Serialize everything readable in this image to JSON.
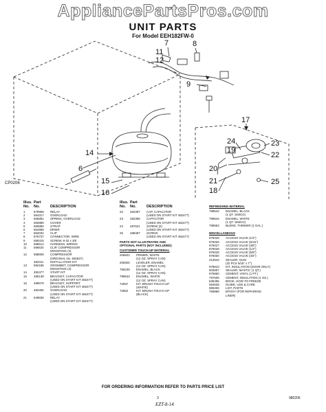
{
  "watermark": "AppliancePartsPros.com",
  "title": "UNIT PARTS",
  "subtitle": "For Model EEH182FW-0",
  "callouts": [
    "7",
    "8",
    "9",
    "11",
    "12",
    "14",
    "6",
    "15",
    "16",
    "17",
    "24",
    "23",
    "22",
    "19",
    "20",
    "21",
    "18",
    "25"
  ],
  "diagram_code": "CP0206",
  "col1": {
    "headers": [
      "Illus.",
      "Part",
      "No.",
      "No.",
      "DESCRIPTION"
    ],
    "rows": [
      [
        "1",
        "579958",
        "RELAY"
      ],
      [
        "2",
        "594317",
        "OVERLOAD"
      ],
      [
        "3",
        "566891",
        "SPRING, OVERLOAD"
      ],
      [
        "4",
        "560889",
        "COVER"
      ],
      [
        "5",
        "560890",
        "STRAP"
      ],
      [
        "6",
        "554958",
        "DRIER"
      ],
      [
        "7",
        "553032",
        "CLIP"
      ],
      [
        "8",
        "576737",
        "CONNECTOR, WIRE"
      ],
      [
        "9",
        "595315",
        "SCREW, 8-32 x 3/8"
      ],
      [
        "10",
        "588612",
        "HARNESS, WIRING"
      ],
      [
        "11",
        "596534",
        "CLIP, COMPRESSOR"
      ],
      [
        "",
        "",
        "MOUNTING (4)"
      ],
      [
        "12",
        "588608",
        "COMPRESSOR"
      ],
      [
        "",
        "",
        "(ORIGINAL No. 592827)"
      ],
      [
        "",
        "482311",
        "INSTALLATION KIT"
      ],
      [
        "13",
        "592185",
        "GROMMET, COMPRESSOR"
      ],
      [
        "",
        "",
        "MOUNTING (4)"
      ],
      [
        "14",
        "482477",
        "START KIT"
      ],
      [
        "15",
        "485138",
        "BRACKET, CAPACITOR"
      ],
      [
        "",
        "",
        "(USED ON START KIT 482477)"
      ],
      [
        "16",
        "489679",
        "BRACKET, SUPPORT"
      ],
      [
        "",
        "",
        "(USED ON START KIT 482477)"
      ],
      [
        "20",
        "482406",
        "OVERLOAD"
      ],
      [
        "",
        "",
        "(USED ON START KIT 482477)"
      ],
      [
        "21",
        "549936",
        "RELAY"
      ],
      [
        "",
        "",
        "(USED ON START KIT 482477)"
      ]
    ]
  },
  "col2": {
    "headers": [
      "Illus.",
      "Part",
      "No.",
      "No.",
      "DESCRIPTION"
    ],
    "rows": [
      [
        "22",
        "482387",
        "CAP, CAPACITOR"
      ],
      [
        "",
        "",
        "(USED ON START KIT 482477)"
      ],
      [
        "23",
        "482396",
        "CAPACITOR"
      ],
      [
        "",
        "",
        "(USED ON START KIT 482477)"
      ],
      [
        "24",
        "487621",
        "SCREW (2)"
      ],
      [
        "",
        "",
        "(USED ON START KIT 482477)"
      ],
      [
        "25",
        "488487",
        "SCREW"
      ],
      [
        "",
        "",
        "(USED ON START KIT 482477)"
      ]
    ],
    "not_illustrated": [
      "PARTS NOT ILLUSTRATED AND",
      "OPTIONAL PARTS (NOT INCLUDED)"
    ],
    "touchup_title": "CUSTOMER TOUCH UP MATERIAL",
    "touchup": [
      [
        "206822",
        "PRIMER, WHITE"
      ],
      [
        "",
        "(12 OZ. SPRAY CAN)"
      ],
      [
        "206925",
        "LEVELER, ENAMEL"
      ],
      [
        "",
        "(12 OZ. SPRAY CAN)"
      ],
      [
        "759239",
        "ENAMEL, BLACK"
      ],
      [
        "",
        "(12 OZ. SPRAY CAN)"
      ],
      [
        "799543",
        "ENAMEL, WHITE"
      ],
      [
        "",
        "(12 OZ. SPRAY CAN)"
      ],
      [
        "72067",
        "KIT, BRUSH TOUCH UP"
      ],
      [
        "",
        "(WHITE)"
      ],
      [
        "72652",
        "KIT, BRUSH TOUCH UP"
      ],
      [
        "",
        "(BLACK)"
      ]
    ]
  },
  "col3": {
    "refinish_title": "REFINISHING MATERIAL",
    "refinish": [
      [
        "799542",
        "ENAMEL, BLACK"
      ],
      [
        "",
        "(1 QT. SIMCO)"
      ],
      [
        "799544",
        "ENAMEL, WHITE"
      ],
      [
        "",
        "(1 QT. SIMCO)"
      ],
      [
        "799553",
        "BLEND, THINNER (1 GAL.)"
      ]
    ],
    "misc_title": "MISCELLANEOUS",
    "misc": [
      [
        "976029",
        "ACCESS VALVE (1/4\")"
      ],
      [
        "976026",
        "ACCESS VALVE (5/16\")"
      ],
      [
        "976027",
        "ACCESS VALVE (3/8\")"
      ],
      [
        "976028",
        "ACCESS VALVE (1/2\")"
      ],
      [
        "976029",
        "ACCESS VALVE (5/8\")"
      ],
      [
        "976030",
        "ACCESS VALVE (3/4\")"
      ],
      [
        "213643",
        "SEALER, GUM"
      ],
      [
        "",
        "(32 PCS 5/16\" x 7\")"
      ],
      [
        "978610",
        "KIT, INSULATION (DOOR ONLY)"
      ],
      [
        "503557",
        "SEALER, MASTIC (1 QT.)"
      ],
      [
        "976860",
        "CEMENT, VINYL (1 PT.)"
      ],
      [
        "797605",
        "CEMENT, INSULATION (1 OZ.)"
      ],
      [
        "536495",
        "BOOK, HOW TO FREEZE"
      ],
      [
        "594538",
        "GUIDE, USE & CARE"
      ],
      [
        "980206",
        "LIST, PARTS"
      ],
      [
        "759889",
        "EPOXY (FOR REPAIRING"
      ],
      [
        "",
        "LINER)"
      ]
    ]
  },
  "footer": "FOR ORDERING INFORMATION REFER TO PARTS PRICE LIST",
  "page_number": "3",
  "doc_code": "980206",
  "handwriting": "EZT-8-14"
}
